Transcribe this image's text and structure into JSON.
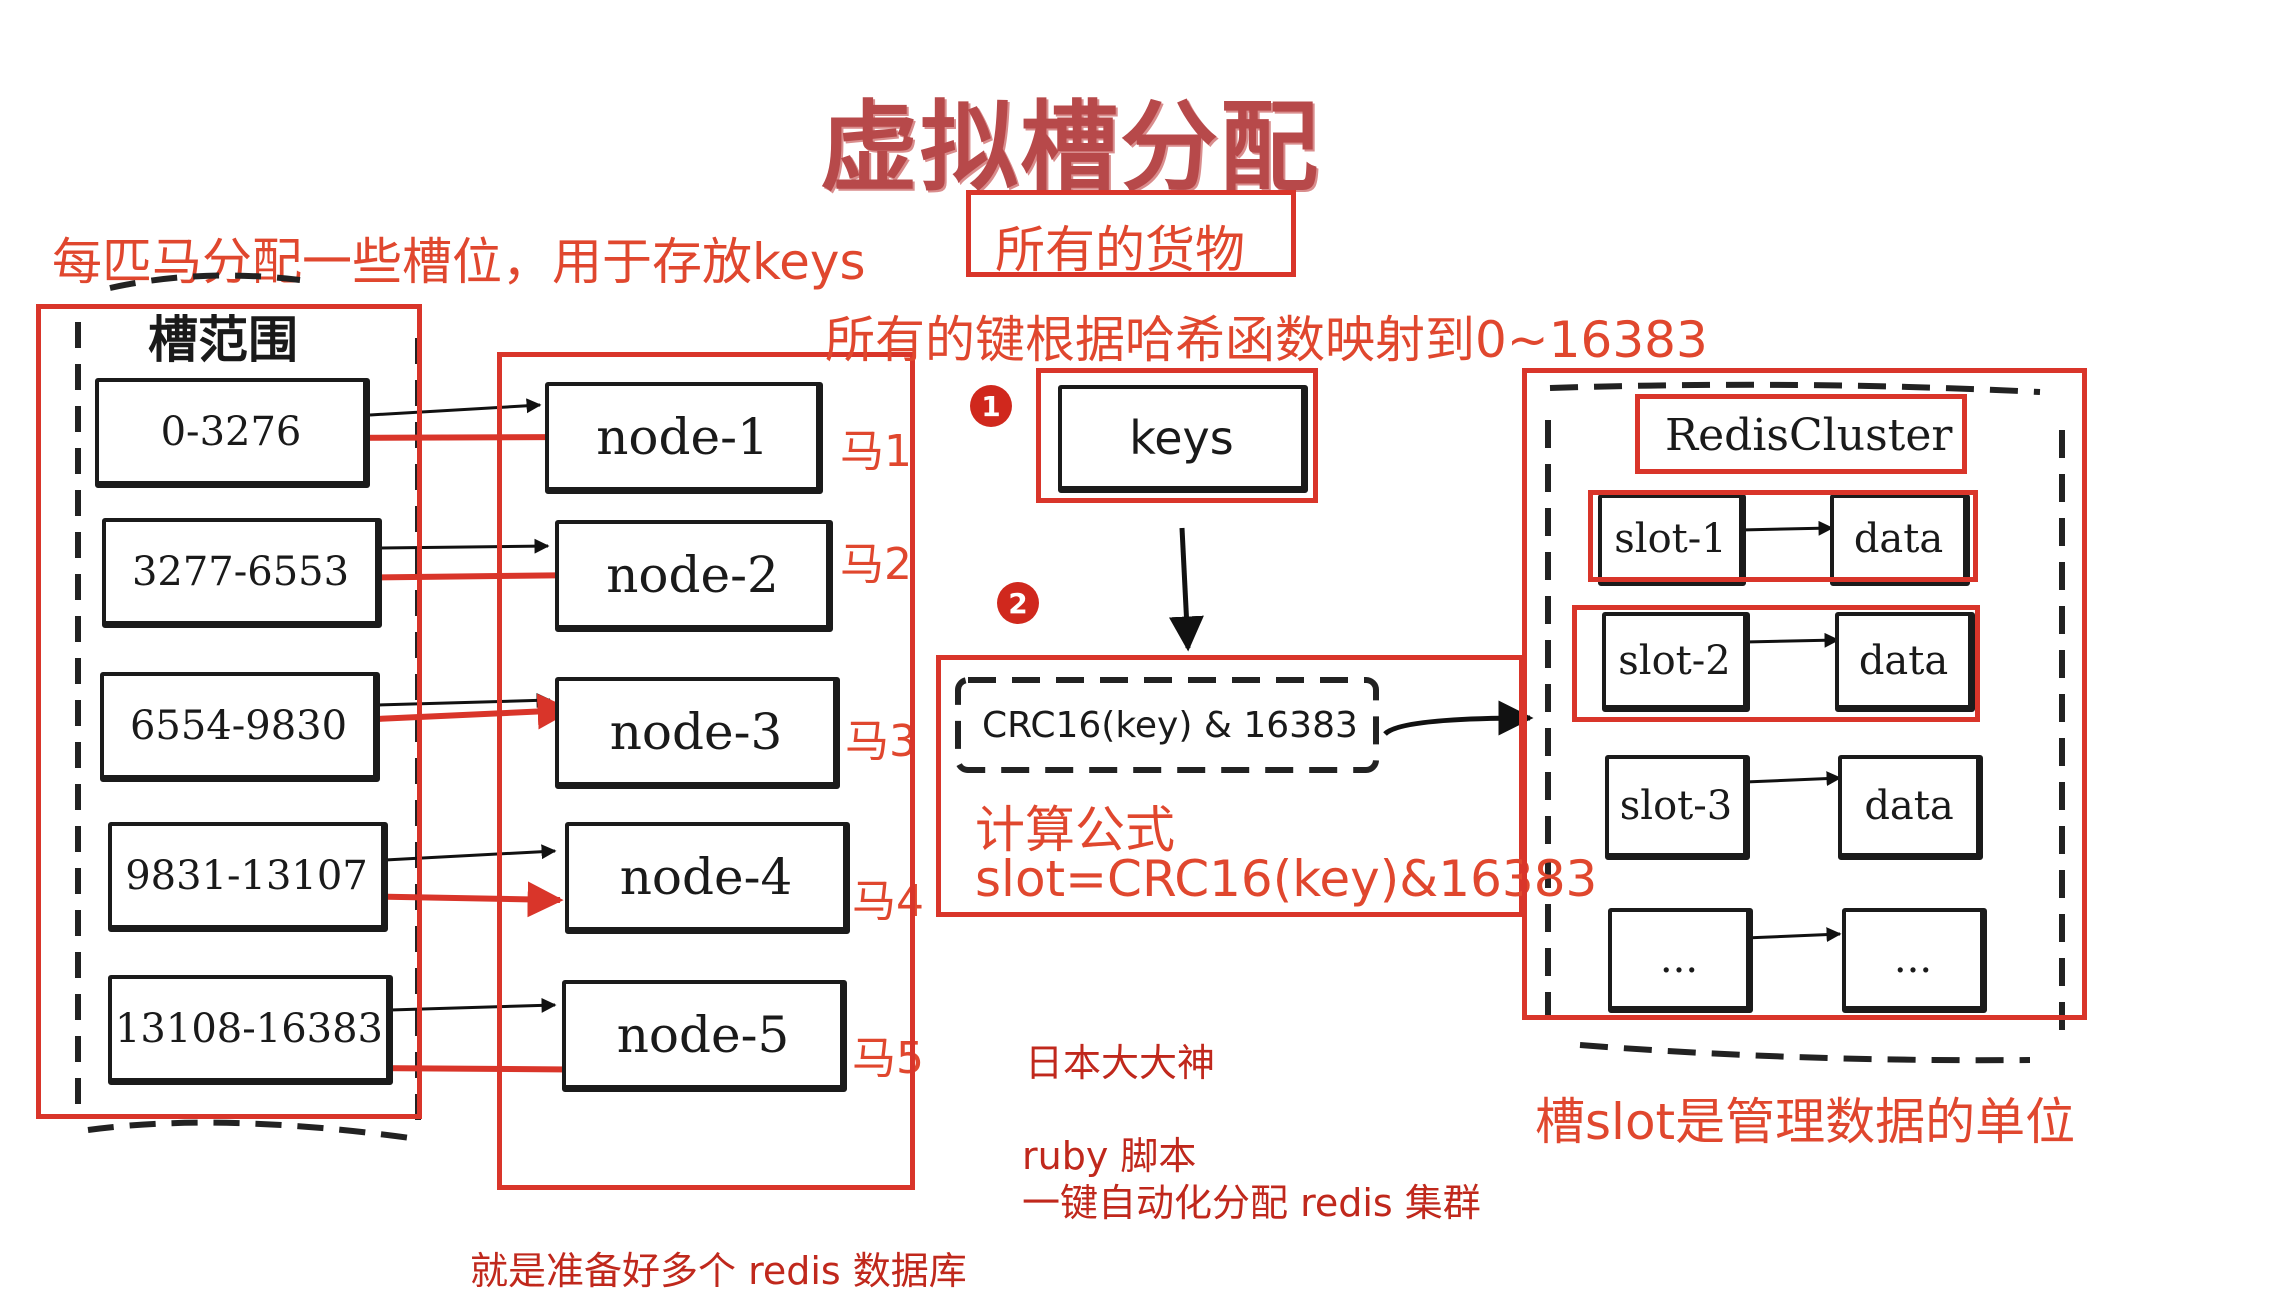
{
  "title": "虚拟槽分配",
  "annotations": {
    "horse_slots": "每匹马分配一些槽位，用于存放keys",
    "all_goods": "所有的货物",
    "hash_mapping": "所有的键根据哈希函数映射到0~16383",
    "formula_title": "计算公式",
    "formula": "slot=CRC16(key)&16383",
    "slot_unit": "槽slot是管理数据的单位",
    "master_line1": "日本大大神",
    "ruby_line1": "ruby 脚本",
    "ruby_line2": "一键自动化分配 redis 集群",
    "redis_dbs": "就是准备好多个 redis 数据库"
  },
  "slot_range_title": "槽范围",
  "slot_ranges": [
    "0-3276",
    "3277-6553",
    "6554-9830",
    "9831-13107",
    "13108-16383"
  ],
  "nodes": [
    "node-1",
    "node-2",
    "node-3",
    "node-4",
    "node-5"
  ],
  "horses": [
    "马1",
    "马2",
    "马3",
    "马4",
    "马5"
  ],
  "badges": [
    "1",
    "2"
  ],
  "keys_label": "keys",
  "crc_label": "CRC16(key) & 16383",
  "cluster": {
    "title": "RedisCluster",
    "rows": [
      {
        "slot": "slot-1",
        "data": "data"
      },
      {
        "slot": "slot-2",
        "data": "data"
      },
      {
        "slot": "slot-3",
        "data": "data"
      },
      {
        "slot": "...",
        "data": "..."
      }
    ]
  },
  "colors": {
    "annotation": "#e0472e",
    "box_red": "#d9352a",
    "title": "#b7494a"
  }
}
